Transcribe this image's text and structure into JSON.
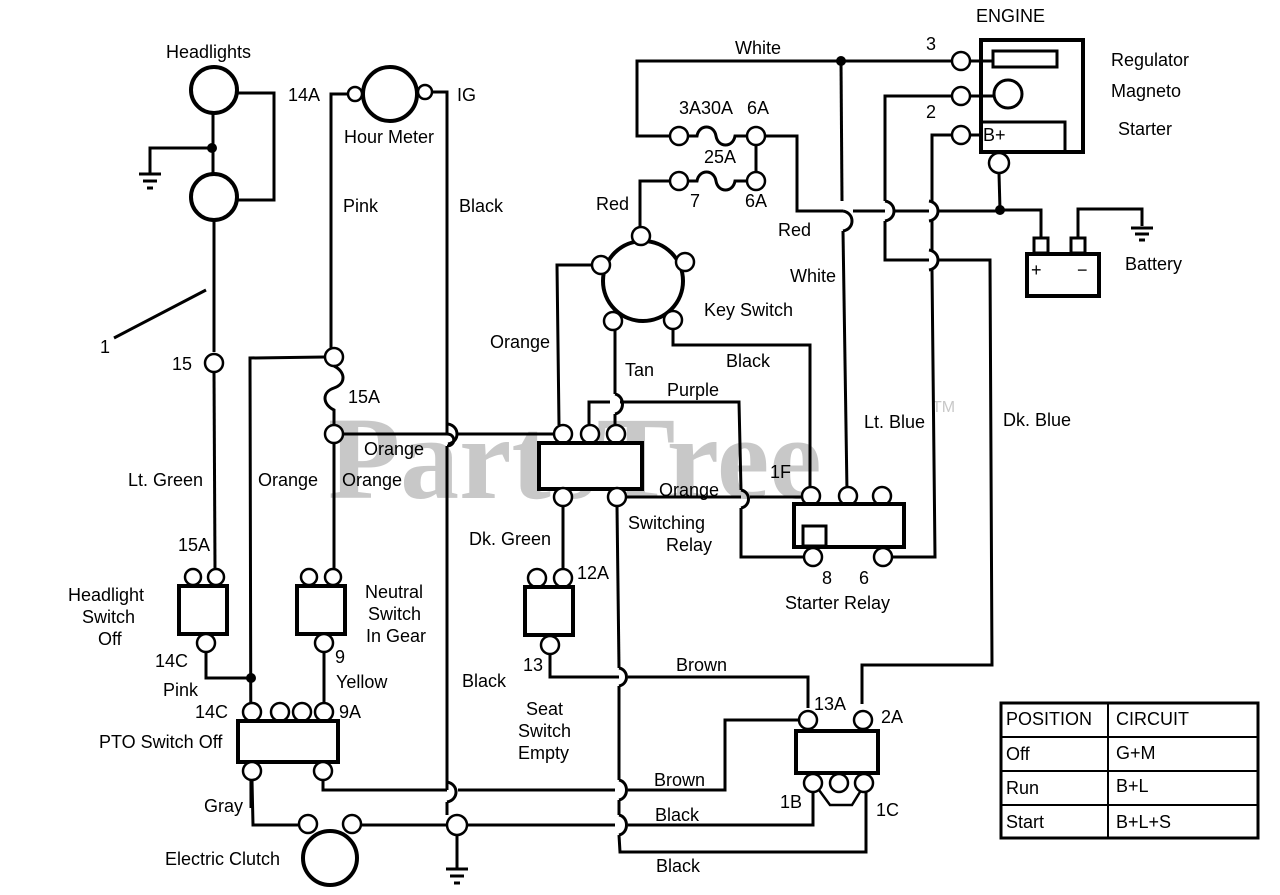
{
  "watermark": {
    "text": "PartsTree",
    "tm": "TM",
    "color": "#c8c8c8"
  },
  "components": {
    "headlights": "Headlights",
    "hour_meter": "Hour Meter",
    "engine": "ENGINE",
    "regulator": "Regulator",
    "magneto": "Magneto",
    "starter": "Starter",
    "starter_terminal": "B+",
    "battery": "Battery",
    "battery_plus": "+",
    "battery_minus": "−",
    "key_switch": "Key Switch",
    "switching_relay_1": "Switching",
    "switching_relay_2": "Relay",
    "starter_relay": "Starter Relay",
    "headlight_switch_1": "Headlight",
    "headlight_switch_2": "Switch",
    "headlight_switch_3": "Off",
    "neutral_switch_1": "Neutral",
    "neutral_switch_2": "Switch",
    "neutral_switch_3": "In Gear",
    "seat_switch_1": "Seat",
    "seat_switch_2": "Switch",
    "seat_switch_3": "Empty",
    "pto_switch": "PTO Switch Off",
    "electric_clutch": "Electric Clutch",
    "callout": "1"
  },
  "wires": {
    "white_top": "White",
    "white_mid": "White",
    "red_left": "Red",
    "red_mid": "Red",
    "pink_top": "Pink",
    "pink_low": "Pink",
    "black_top": "Black",
    "black_key": "Black",
    "black_left": "Black",
    "black_bottom1": "Black",
    "black_bottom2": "Black",
    "orange_key": "Orange",
    "orange_mid": "Orange",
    "orange_left": "Orange",
    "orange_right": "Orange",
    "orange_relay": "Orange",
    "tan": "Tan",
    "purple": "Purple",
    "lt_green": "Lt. Green",
    "lt_blue": "Lt. Blue",
    "dk_blue": "Dk. Blue",
    "dk_green": "Dk. Green",
    "yellow": "Yellow",
    "gray": "Gray",
    "brown_top": "Brown",
    "brown_bottom": "Brown"
  },
  "terminals": {
    "t14A": "14A",
    "tIG": "IG",
    "t3": "3",
    "t2": "2",
    "t3A30A": "3A30A",
    "t6A_top": "6A",
    "t25A": "25A",
    "t7": "7",
    "t6A_low": "6A",
    "t15": "15",
    "t15A_fuse": "15A",
    "t15A": "15A",
    "t14C_hs": "14C",
    "t14C_pto": "14C",
    "t9": "9",
    "t9A": "9A",
    "t12A": "12A",
    "t13": "13",
    "t13A": "13A",
    "t2A": "2A",
    "t1B": "1B",
    "t1C": "1C",
    "t1F": "1F",
    "t8": "8",
    "t6": "6"
  },
  "table": {
    "headers": [
      "POSITION",
      "CIRCUIT"
    ],
    "rows": [
      [
        "Off",
        "G+M"
      ],
      [
        "Run",
        "B+L"
      ],
      [
        "Start",
        "B+L+S"
      ]
    ]
  }
}
